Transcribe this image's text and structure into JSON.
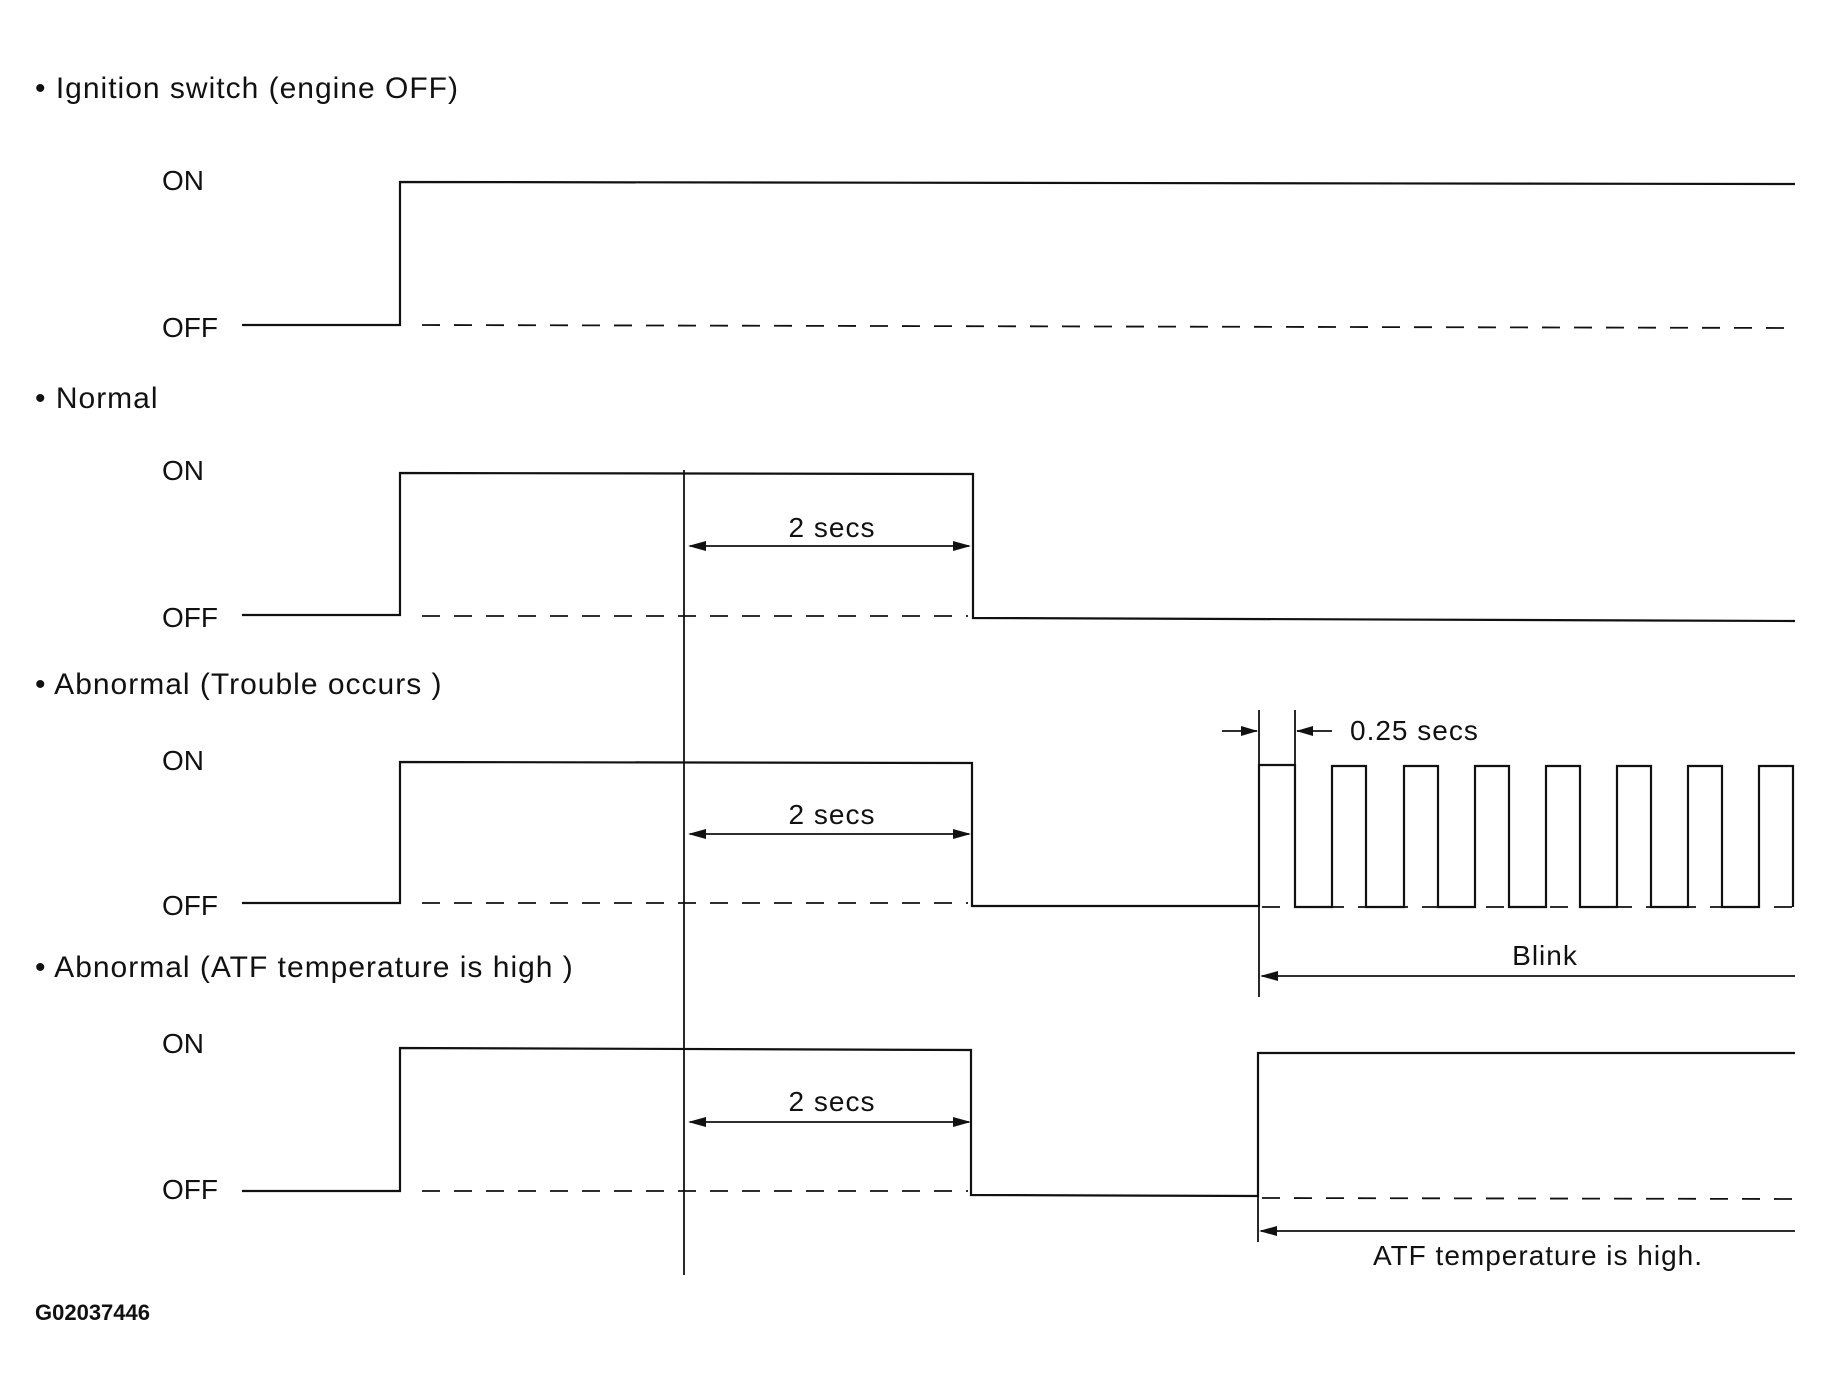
{
  "headings": {
    "ignition": "• Ignition switch (engine OFF)",
    "normal": "• Normal",
    "trouble": "• Abnormal (Trouble occurs )",
    "atf": "• Abnormal (ATF temperature is high )"
  },
  "levels": {
    "on": "ON",
    "off": "OFF"
  },
  "annotations": {
    "two_secs": "2 secs",
    "quarter_secs": "0.25 secs",
    "blink": "Blink",
    "atf_high": "ATF temperature is high."
  },
  "figure_id": "G02037446"
}
